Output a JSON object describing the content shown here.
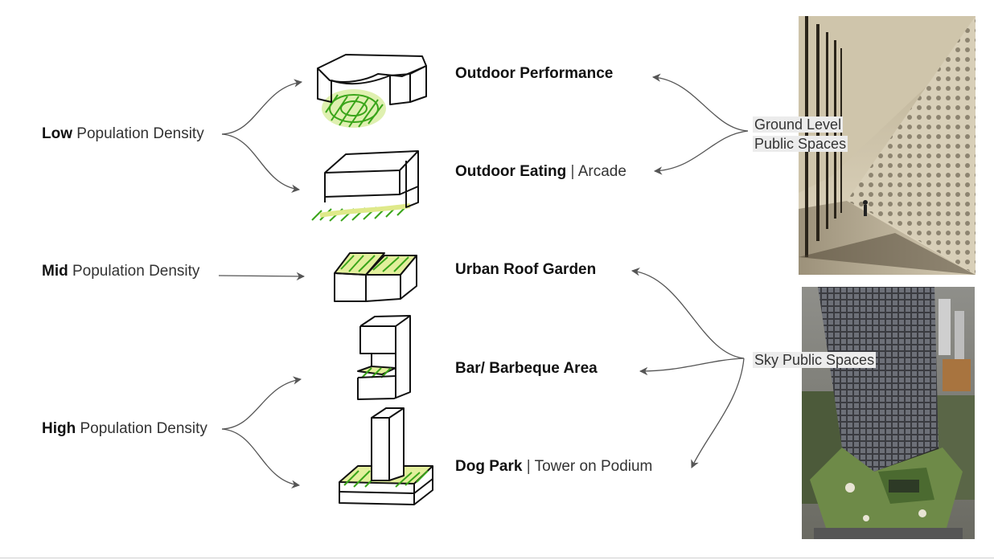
{
  "left_labels": [
    {
      "bold": "Low",
      "rest": " Population Density"
    },
    {
      "bold": "Mid",
      "rest": " Population Density"
    },
    {
      "bold": "High",
      "rest": " Population Density"
    }
  ],
  "programs": [
    {
      "bold": "Outdoor Performance",
      "sep": "",
      "rest": ""
    },
    {
      "bold": "Outdoor Eating",
      "sep": " | ",
      "rest": "Arcade"
    },
    {
      "bold": "Urban Roof Garden",
      "sep": "",
      "rest": ""
    },
    {
      "bold": "Bar/ Barbeque Area",
      "sep": "",
      "rest": ""
    },
    {
      "bold": "Dog Park",
      "sep": " | ",
      "rest": "Tower on Podium"
    }
  ],
  "right_labels": {
    "ground_line1": "Ground Level",
    "ground_line2": "Public Spaces",
    "sky": "Sky Public Spaces"
  },
  "colors": {
    "sketch_ink": "#111111",
    "sketch_green": "#3aa51a",
    "sketch_yellow": "#e6ef9a",
    "arrow": "#555555"
  }
}
